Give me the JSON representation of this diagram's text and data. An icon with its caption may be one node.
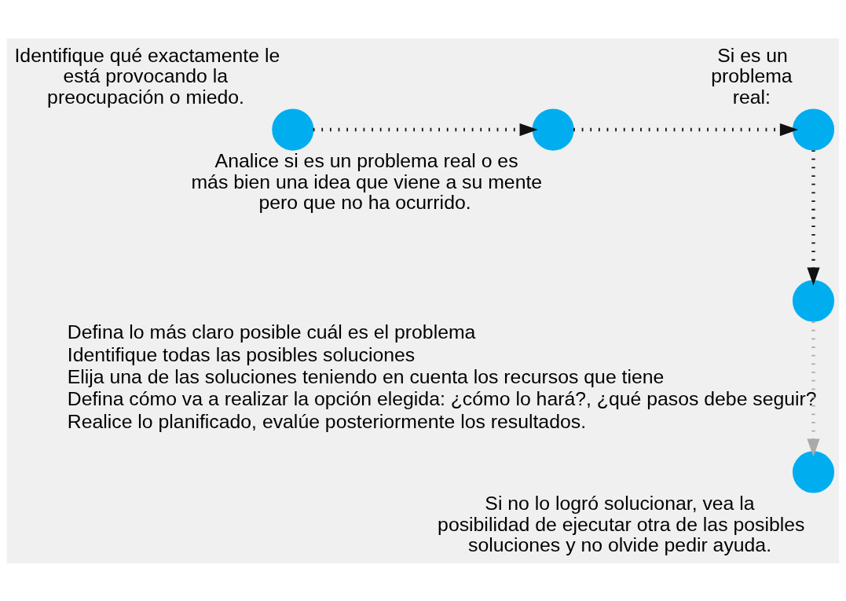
{
  "diagram": {
    "nodes": [
      {
        "text": [],
        "shape": "circle",
        "beside": [
          "Identifique qué exactamente le está provocando la preocupación o miedo."
        ]
      },
      {
        "text": [],
        "shape": "circle",
        "beside": [
          "Analice si es un problema real o es más bien una idea que viene a su mente pero que no ha ocurrido."
        ]
      },
      {
        "text": [],
        "shape": "circle",
        "beside": [
          "Si es un problema real:"
        ]
      },
      {
        "text": [],
        "shape": "circle",
        "beside": [
          "Defina lo más claro posible cuál es el problema",
          "Identifique todas las posibles soluciones",
          "Elija una de las soluciones teniendo en cuenta los recursos que tiene",
          "Defina cómo va a realizar la opción elegida: ¿cómo lo hará?, ¿qué pasos debe seguir?",
          "Realice lo planificado, evalúe posteriormente los resultados."
        ]
      },
      {
        "text": [],
        "shape": "circle",
        "beside": [
          "Si no lo logró solucionar, vea la posibilidad de ejecutar otra de las posibles soluciones y no olvide pedir ayuda."
        ]
      }
    ],
    "edges": [
      {
        "from": 0,
        "to": 1,
        "arrow": "to"
      },
      {
        "from": 1,
        "to": 2,
        "arrow": "to"
      },
      {
        "from": 2,
        "to": 3,
        "arrow": "to"
      },
      {
        "from": 3,
        "to": 4,
        "arrow": "to",
        "color": "#aaaaaa"
      }
    ]
  }
}
